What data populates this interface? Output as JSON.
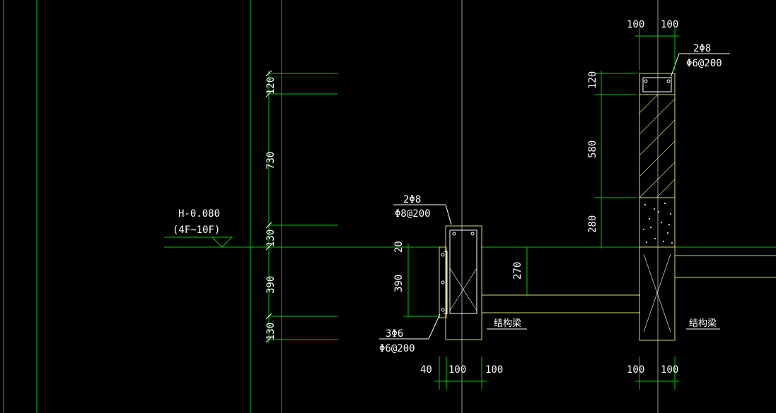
{
  "colors": {
    "background": "#000000",
    "green": "#00c800",
    "gray": "#9a9a9a",
    "red": "#b4203c",
    "yellow": "#d8d870",
    "white": "#ffffff"
  },
  "elevation": {
    "label": "H-0.080",
    "floors": "(4F~10F)"
  },
  "left_dims": [
    "120",
    "730",
    "130",
    "390",
    "130"
  ],
  "small_beam": {
    "top_rebar": "2Φ8",
    "stirrup_top": "Φ8@200",
    "side_rebar": "3Φ6",
    "stirrup_bottom": "Φ6@200",
    "dim_20": "20",
    "dim_390": "390",
    "dim_270": "270",
    "beam_label": "结构梁",
    "bottom_dims": [
      "40",
      "100",
      "100"
    ]
  },
  "parapet": {
    "top_dims": [
      "100",
      "100"
    ],
    "rebar": "2Φ8",
    "stirrup": "Φ6@200",
    "dim_120": "120",
    "dim_580": "580",
    "dim_280": "280",
    "beam_label": "结构梁",
    "bottom_dims": [
      "100",
      "100"
    ]
  }
}
